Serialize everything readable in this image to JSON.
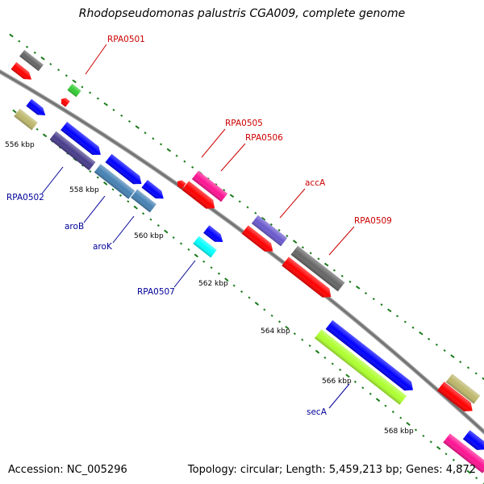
{
  "title": "Rhodopseudomonas palustris CGA009, complete genome",
  "accession_text": "Accession: NC_005296",
  "topology_text": "Topology: circular; Length: 5,459,213 bp; Genes: 4,872",
  "ticks": [
    "556 kbp",
    "558 kbp",
    "560 kbp",
    "562 kbp",
    "564 kbp",
    "566 kbp",
    "568 kbp"
  ],
  "labels": {
    "RPA0501": "RPA0501",
    "RPA0505": "RPA0505",
    "RPA0506": "RPA0506",
    "accA": "accA",
    "RPA0509": "RPA0509",
    "RPA0502": "RPA0502",
    "aroB": "aroB",
    "aroK": "aroK",
    "RPA0507": "RPA0507",
    "secA": "secA"
  },
  "colors": {
    "backbone": "#808080",
    "tick_dash": "#1a7a1a",
    "label_forward": "#cc0000",
    "label_reverse": "#000099",
    "red": "#ff0000",
    "blue": "#0000ff",
    "gray": "#666666",
    "green": "#33cc33",
    "khaki": "#bdb76b",
    "navy": "#483d8b",
    "steel": "#4682b4",
    "magenta": "#ff1493",
    "slate": "#6a5acd",
    "cyan": "#00ffff",
    "lime": "#adff2f"
  }
}
